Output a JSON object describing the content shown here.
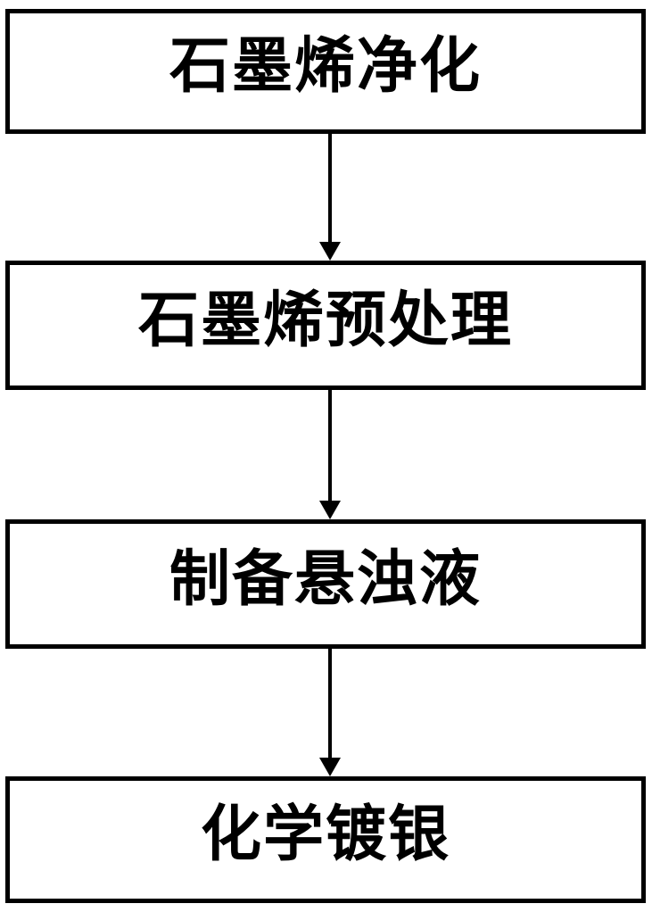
{
  "diagram": {
    "type": "flowchart",
    "orientation": "vertical-top-to-bottom",
    "title": "",
    "background_color": "#ffffff",
    "line_color": "#000000",
    "text_color": "#000000",
    "nodes": [
      {
        "id": "node-0",
        "label": "石墨烯净化",
        "shape": "rectangle",
        "order": 1
      },
      {
        "id": "node-1",
        "label": "石墨烯预处理",
        "shape": "rectangle",
        "order": 2
      },
      {
        "id": "node-2",
        "label": "制备悬浊液",
        "shape": "rectangle",
        "order": 3
      },
      {
        "id": "node-3",
        "label": "化学镀银",
        "shape": "rectangle",
        "order": 4
      }
    ],
    "connectors": [
      {
        "id": "connector-0",
        "from": "node-0",
        "to": "node-1",
        "arrow": "down-arrow",
        "label": ""
      },
      {
        "id": "connector-1",
        "from": "node-1",
        "to": "node-2",
        "arrow": "down-arrow",
        "label": ""
      },
      {
        "id": "connector-2",
        "from": "node-2",
        "to": "node-3",
        "arrow": "down-arrow",
        "label": ""
      }
    ]
  }
}
